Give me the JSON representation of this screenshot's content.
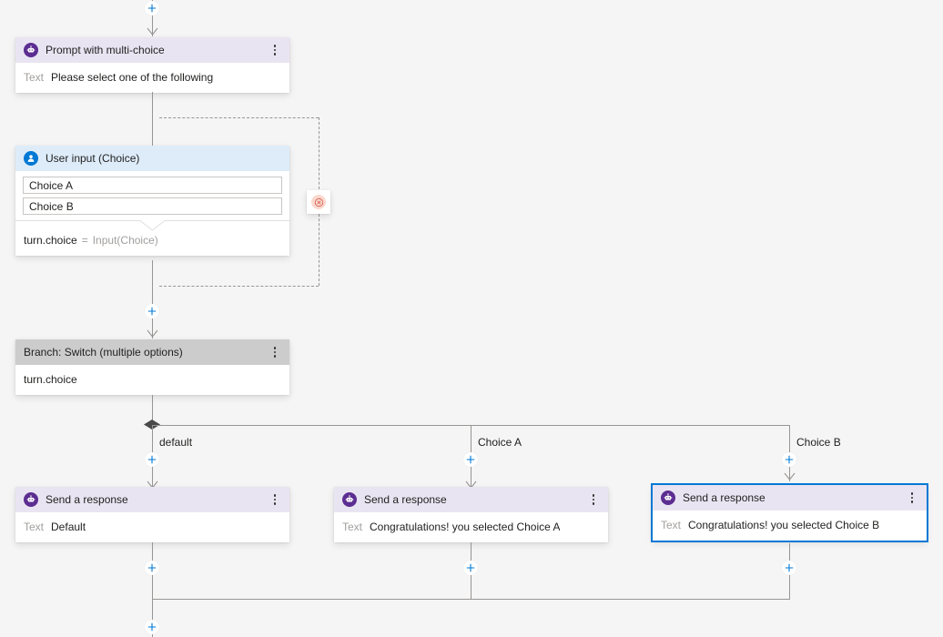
{
  "canvas": {
    "background_color": "#f5f5f5",
    "edge_color": "#979593",
    "accent_color": "#0078d4",
    "purple_accent": "#5c2e91"
  },
  "nodes": {
    "prompt_multichoice": {
      "title": "Prompt with multi-choice",
      "icon": "bot-message-icon",
      "header_color": "#e9e4f2",
      "field_label": "Text",
      "field_value": "Please select one of the following"
    },
    "user_input_choice": {
      "title": "User input (Choice)",
      "icon": "user-icon",
      "header_color": "#deecf9",
      "choices": [
        "Choice A",
        "Choice B"
      ],
      "property": "turn.choice",
      "equals": "=",
      "input_expression": "Input(Choice)"
    },
    "branch_switch": {
      "title": "Branch: Switch (multiple options)",
      "header_color": "#cccccc",
      "condition": "turn.choice"
    },
    "response_default": {
      "title": "Send a response",
      "icon": "bot-message-icon",
      "header_color": "#e9e4f2",
      "field_label": "Text",
      "field_value": "Default",
      "selected": false
    },
    "response_choice_a": {
      "title": "Send a response",
      "icon": "bot-message-icon",
      "header_color": "#e9e4f2",
      "field_label": "Text",
      "field_value": "Congratulations! you selected Choice A",
      "selected": false
    },
    "response_choice_b": {
      "title": "Send a response",
      "icon": "bot-message-icon",
      "header_color": "#e9e4f2",
      "field_label": "Text",
      "field_value": "Congratulations! you selected Choice B",
      "selected": true
    }
  },
  "branch_labels": {
    "default": "default",
    "choice_a": "Choice A",
    "choice_b": "Choice B"
  },
  "badges": {
    "unrecognized_intent": {
      "icon": "error-circle-icon",
      "color": "#fbd9cf"
    }
  },
  "actions": {
    "add_node": "+",
    "menu": "more-options"
  }
}
